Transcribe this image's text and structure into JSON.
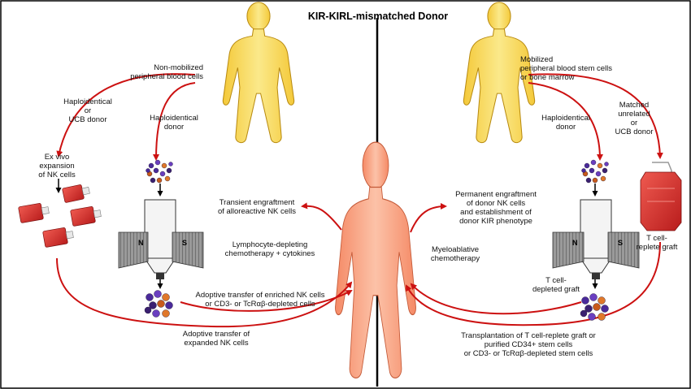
{
  "title": "KIR-KIRL-mismatched Donor",
  "colors": {
    "arrow": "#cc1111",
    "donor_body": "#f6d24a",
    "recipient_body": "#f59a78",
    "flask": "#d9302a",
    "divider": "#000000"
  },
  "left": {
    "source_label": [
      "Non-mobilized",
      "peripheral blood cells"
    ],
    "haplo_ucb_label": [
      "Haploidentical",
      "or",
      "UCB donor"
    ],
    "haplo_label": [
      "Haploidentical",
      "donor"
    ],
    "ex_vivo_label": [
      "Ex vivo",
      "expansion",
      "of NK cells"
    ],
    "transient_label": [
      "Transient engraftment",
      "of alloreactive NK cells"
    ],
    "conditioning_label": [
      "Lymphocyte-depleting",
      "chemotherapy + cytokines"
    ],
    "adoptive_enriched_label": [
      "Adoptive transfer of enriched NK cells",
      "or CD3- or TcRαβ-depleted cells"
    ],
    "adoptive_expanded_label": [
      "Adoptive transfer of",
      "expanded NK cells"
    ],
    "magnet_n": "N",
    "magnet_s": "S"
  },
  "right": {
    "source_label": [
      "Mobilized",
      "peripheral blood stem cells",
      "or bone marrow"
    ],
    "haplo_label": [
      "Haploidentical",
      "donor"
    ],
    "mud_label": [
      "Matched",
      "unrelated",
      "or",
      "UCB donor"
    ],
    "permanent_label": [
      "Permanent engraftment",
      "of donor NK cells",
      "and establishment of",
      "donor KIR phenotype"
    ],
    "conditioning_label": [
      "Myeloablative",
      "chemotherapy"
    ],
    "t_depleted_label": [
      "T cell-",
      "depleted graft"
    ],
    "t_replete_label": [
      "T cell-",
      "replete graft"
    ],
    "transplant_label": [
      "Transplantation of T cell-replete graft or",
      "purified CD34+ stem cells",
      "or CD3- or TcRαβ-depleted stem cells"
    ],
    "magnet_n": "N",
    "magnet_s": "S"
  }
}
